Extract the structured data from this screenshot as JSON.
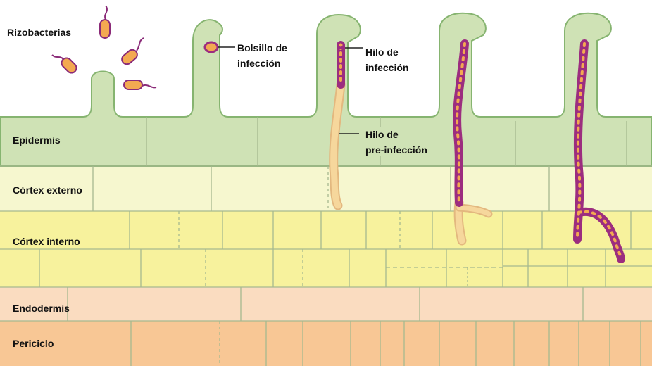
{
  "labels": {
    "rizobacterias": "Rizobacterias",
    "bolsillo_line1": "Bolsillo de",
    "bolsillo_line2": "infección",
    "hilo_line1": "Hilo de",
    "hilo_line2": "infección",
    "prehilo_line1": "Hilo de",
    "prehilo_line2": "pre-infección"
  },
  "layers": {
    "epidermis": "Epidermis",
    "cortex_externo": "Córtex externo",
    "cortex_interno": "Córtex interno",
    "endodermis": "Endodermis",
    "periciclo": "Periciclo"
  },
  "colors": {
    "epidermis": "#cfe2b5",
    "cortex_externo": "#f6f7cf",
    "cortex_interno": "#f7f29d",
    "endodermis": "#fadcc0",
    "periciclo": "#f8c795",
    "bacteria": "#f3a951",
    "infection_thread": "#9c2d7f",
    "preinfection_thread": "#f6d79c"
  }
}
